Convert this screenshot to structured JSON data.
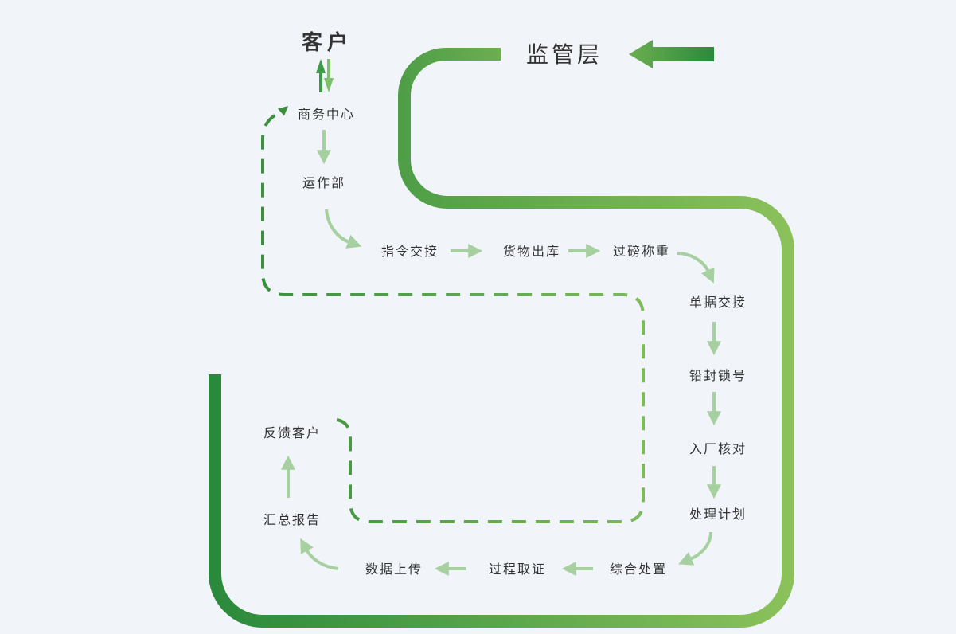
{
  "header": {
    "customer": "客户",
    "regulator": "监管层"
  },
  "nodes": [
    {
      "label": "商务中心"
    },
    {
      "label": "运作部"
    },
    {
      "label": "指令交接"
    },
    {
      "label": "货物出库"
    },
    {
      "label": "过磅称重"
    },
    {
      "label": "单据交接"
    },
    {
      "label": "铅封锁号"
    },
    {
      "label": "入厂核对"
    },
    {
      "label": "处理计划"
    },
    {
      "label": "综合处置"
    },
    {
      "label": "过程取证"
    },
    {
      "label": "数据上传"
    },
    {
      "label": "汇总报告"
    },
    {
      "label": "反馈客户"
    }
  ],
  "icons": {
    "exchange": "up-down-arrows-icon",
    "regulator_arrow": "arrow-left-icon",
    "step_arrow": "arrow-icon"
  },
  "colors": {
    "background": "#f1f5fa",
    "text": "#333333",
    "flow_dark": "#2a8a3b",
    "flow_mid": "#4f9e47",
    "flow_mid_light": "#6cae50",
    "flow_light": "#8bc15b",
    "dashed_dark": "#3b8f3f",
    "dashed_light": "#7dba5a",
    "arrow_light": "#a6d09f",
    "exchange_up": "#3d9a46",
    "exchange_down": "#7cc16a"
  }
}
